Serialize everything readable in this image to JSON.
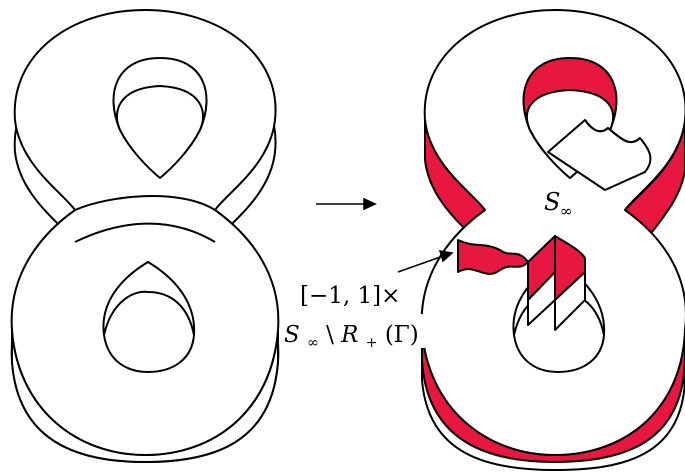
{
  "labels": {
    "s_inf_main": "S",
    "s_inf_main_sub": "∞",
    "interval_line": "[−1, 1]×",
    "set_line_S": "S",
    "set_line_sub": "∞",
    "set_line_rest_a": " \\ ",
    "set_line_R": "R",
    "set_line_Rsub": "+",
    "set_line_rest_b": "(Γ)"
  },
  "colors": {
    "stroke": "#000000",
    "fill": "#ffffff",
    "cut_fill": "#e8173f"
  }
}
